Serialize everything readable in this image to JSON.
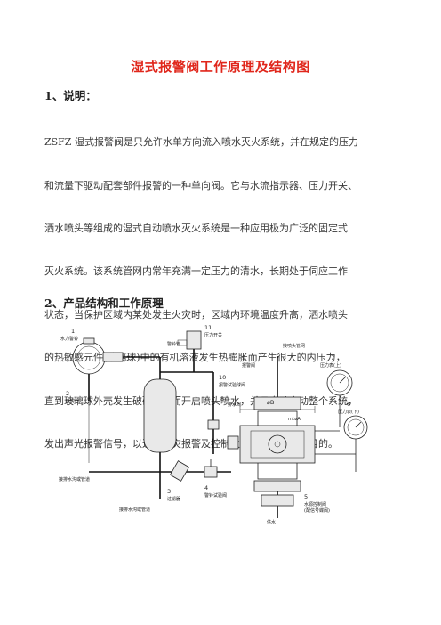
{
  "document": {
    "title": "湿式报警阀工作原理及结构图",
    "section1_heading": "1、说明：",
    "section1_lines": [
      "ZSFZ 湿式报警阀是只允许水单方向流入喷水灭火系统，并在规定的压力",
      "和流量下驱动配套部件报警的一种单向阀。它与水流指示器、压力开关、",
      "洒水喷头等组成的湿式自动喷水灭火系统是一种应用极为广泛的固定式",
      "灭火系统。该系统管网内常年充满一定压力的清水，长期处于伺应工作",
      "状态，当保护区域内某处发生火灾时，区域内环境温度升高，洒水喷头",
      "的热敏感元件(玻璃球)中的有机溶液发生热膨胀而产生很大的内压力，",
      "直到玻璃球外壳发生破碎，从而开启喷头喷水，并且自动启动整个系统，",
      "发出声光报警信号，以达到火灾报警及控制火灾、扑灭火灾之目的。"
    ],
    "section2_heading": "2、产品结构和工作原理"
  },
  "diagram": {
    "labels": {
      "n1": "1",
      "n1_text": "水力警铃",
      "n11": "11",
      "n11_text": "压力开关",
      "alarm_pipe": "警铃管",
      "n2": "2",
      "n2_text": "延时器",
      "n9": "9",
      "n9_text": "报警阀",
      "to_network": "接喷头管网",
      "n10": "10",
      "n10_text": "报警试验球阀",
      "n8": "8",
      "n8_text": "排水阀",
      "size_b": "⌀B",
      "size_n": "n×⌀A",
      "n7": "7",
      "n7_text": "压力表(上)",
      "n6": "6",
      "n6_text": "压力表(下)",
      "drain_to_pipe": "接排水沟或管道",
      "n3": "3",
      "n3_text": "过滤器",
      "n4": "4",
      "n4_text": "警铃试验阀",
      "n5": "5",
      "n5_text": "水源控制阀",
      "n5_sub": "(配信号蝶阀)",
      "drain_outlet": "接排水沟或管道",
      "water_in": "供水"
    }
  }
}
